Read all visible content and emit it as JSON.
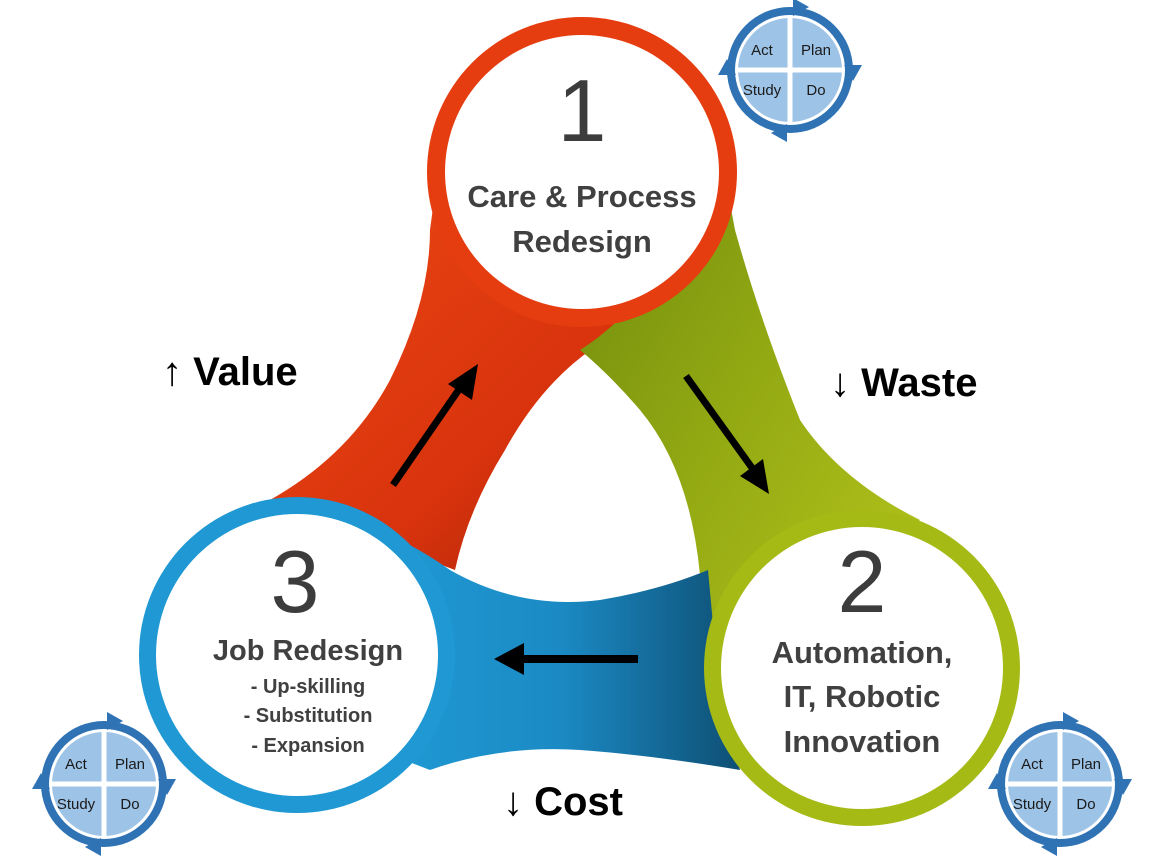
{
  "colors": {
    "red": "#e23a12",
    "green": "#a4b816",
    "blue": "#1f93cf",
    "pdsa_ring": "#2f73b5",
    "pdsa_fill": "#9dc3e6",
    "arrow": "#000000",
    "text": "#404040"
  },
  "nodes": [
    {
      "number": "1",
      "title_lines": [
        "Care & Process",
        "Redesign"
      ],
      "bullets": []
    },
    {
      "number": "2",
      "title_lines": [
        "Automation,",
        "IT, Robotic",
        "Innovation"
      ],
      "bullets": []
    },
    {
      "number": "3",
      "title_lines": [
        "Job Redesign"
      ],
      "bullets": [
        "- Up-skilling",
        "- Substitution",
        "- Expansion"
      ]
    }
  ],
  "side_labels": {
    "value": "↑ Value",
    "waste": "↓ Waste",
    "cost": "↓ Cost"
  },
  "pdsa": {
    "act": "Act",
    "plan": "Plan",
    "study": "Study",
    "do": "Do"
  },
  "icons": [
    "up-arrow-icon",
    "down-arrow-icon",
    "cycle-arrow-icon"
  ]
}
